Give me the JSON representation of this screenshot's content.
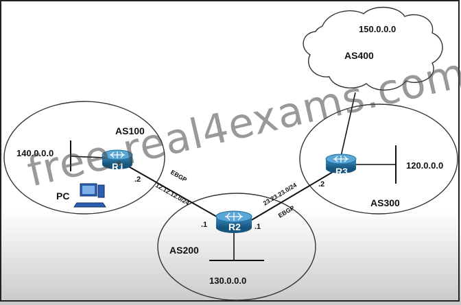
{
  "autonomous_systems": {
    "as100": "AS100",
    "as200": "AS200",
    "as300": "AS300",
    "as400": "AS400"
  },
  "networks": {
    "r1_lan": "140.0.0.0",
    "r3_lan": "120.0.0.0",
    "r2_lan": "130.0.0.0",
    "as400_net": "150.0.0.0"
  },
  "routers": {
    "r1": "R1",
    "r2": "R2",
    "r3": "R3"
  },
  "links": {
    "r1_r2": {
      "subnet": "12.12.12.0/24",
      "protocol": "EBGP",
      "r1_host": ".2",
      "r2_host": ".1"
    },
    "r2_r3": {
      "subnet": "23.23.23.0/24",
      "protocol": "EBGP",
      "r2_host": ".1",
      "r3_host": ".2"
    }
  },
  "hosts": {
    "pc": "PC"
  },
  "watermark": "free.real4exams.com",
  "colors": {
    "router_body": "#1f6f9e",
    "router_top": "#4a9acb",
    "pc_blue": "#2b5fb0",
    "bottom_gray": "#cfcfcf"
  }
}
